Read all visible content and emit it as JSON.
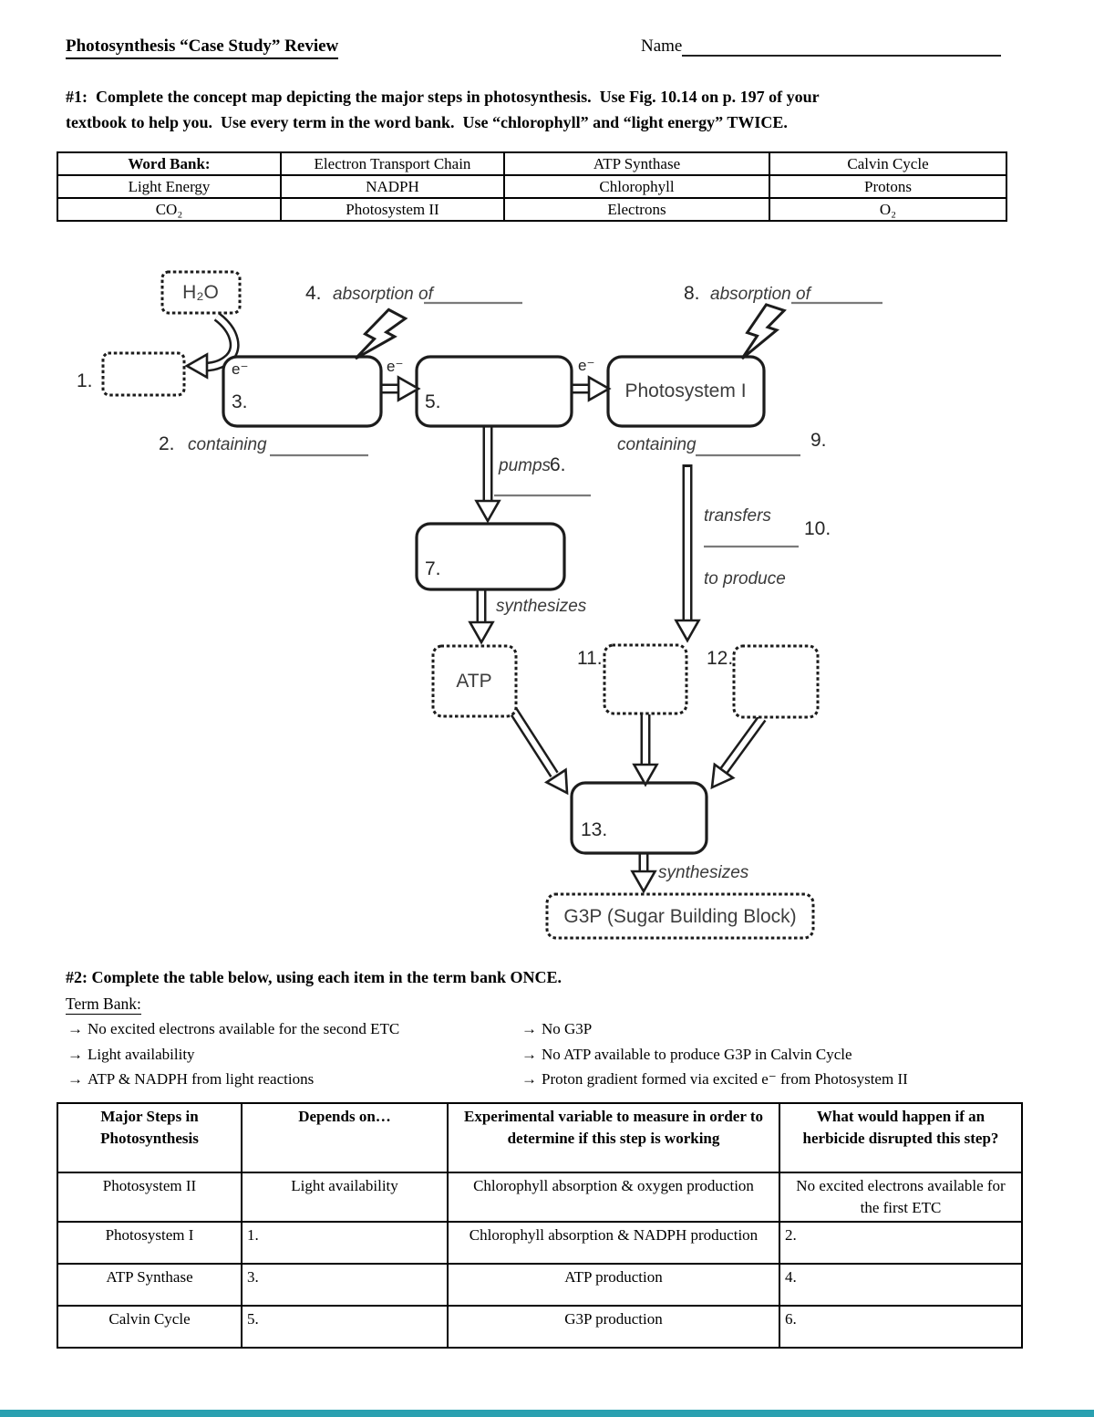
{
  "header": {
    "title": "Photosynthesis “Case Study” Review",
    "name_label": "Name"
  },
  "q1": {
    "line1": "#1:  Complete the concept map depicting the major steps in photosynthesis.  Use Fig. 10.14 on p. 197 of your",
    "line2": "textbook to help you.  Use every term in the word bank.  Use “chlorophyll” and “light energy” TWICE."
  },
  "word_bank": {
    "rows": [
      [
        "Word Bank:",
        "Electron Transport Chain",
        "ATP Synthase",
        "Calvin Cycle"
      ],
      [
        "Light Energy",
        "NADPH",
        "Chlorophyll",
        "Protons"
      ],
      [
        "CO₂",
        "Photosystem II",
        "Electrons",
        "O₂"
      ]
    ]
  },
  "diagram": {
    "h2o": "H₂O",
    "n1": "1.",
    "n2": "2.",
    "n3": "3.",
    "n4": "4.",
    "n5": "5.",
    "n6": "6.",
    "n7": "7.",
    "n8": "8.",
    "n9": "9.",
    "n10": "10.",
    "n11": "11.",
    "n12": "12.",
    "n13": "13.",
    "electron": "e⁻",
    "absorption_of": "absorption of",
    "containing": "containing",
    "pumps": "pumps",
    "transfers": "transfers",
    "to_produce": "to produce",
    "synthesizes": "synthesizes",
    "photosystem1": "Photosystem I",
    "atp": "ATP",
    "g3p": "G3P (Sugar Building Block)"
  },
  "q2": {
    "heading": "#2:  Complete the table below, using each item in the term bank ONCE.",
    "term_bank_label": "Term Bank:",
    "bullet": "→",
    "left_items": [
      "No excited electrons available for the second ETC",
      "Light availability",
      "ATP & NADPH from light reactions"
    ],
    "right_items": [
      "No G3P",
      "No ATP available to produce G3P in Calvin Cycle",
      "Proton gradient formed via excited e⁻ from Photosystem II"
    ]
  },
  "steps_table": {
    "headers": [
      "Major Steps in Photosynthesis",
      "Depends on…",
      "Experimental variable to measure in order to determine if this step is working",
      "What would happen if an herbicide disrupted this step?"
    ],
    "rows": [
      {
        "step": "Photosystem II",
        "depends": "Light availability",
        "variable": "Chlorophyll absorption & oxygen production",
        "herbicide": "No excited electrons available for the first ETC"
      },
      {
        "step": "Photosystem I",
        "depends": "1.",
        "variable": "Chlorophyll absorption & NADPH production",
        "herbicide": "2."
      },
      {
        "step": "ATP Synthase",
        "depends": "3.",
        "variable": "ATP production",
        "herbicide": "4."
      },
      {
        "step": "Calvin Cycle",
        "depends": "5.",
        "variable": "G3P production",
        "herbicide": "6."
      }
    ]
  },
  "footer": {
    "bar_color": "#2aa0b0"
  }
}
